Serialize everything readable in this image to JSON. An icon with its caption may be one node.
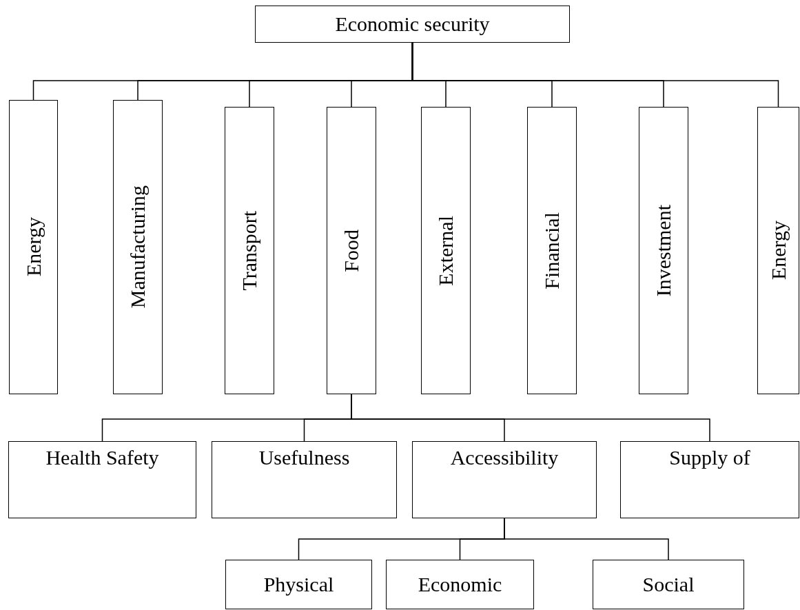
{
  "diagram": {
    "nodes": [
      {
        "text": [
          "Economic security"
        ]
      },
      {
        "text": [
          "Energy"
        ]
      },
      {
        "text": [
          "Manufacturing"
        ]
      },
      {
        "text": [
          "Transport"
        ]
      },
      {
        "text": [
          "Food"
        ]
      },
      {
        "text": [
          "External"
        ]
      },
      {
        "text": [
          "Financial"
        ]
      },
      {
        "text": [
          "Investment"
        ]
      },
      {
        "text": [
          "Energy"
        ]
      },
      {
        "text": [
          "Health Safety"
        ]
      },
      {
        "text": [
          "Usefulness"
        ]
      },
      {
        "text": [
          "Accessibility"
        ]
      },
      {
        "text": [
          "Supply of"
        ]
      },
      {
        "text": [
          "Physical"
        ]
      },
      {
        "text": [
          "Economic"
        ]
      },
      {
        "text": [
          "Social"
        ]
      }
    ],
    "edges": [
      {
        "from": 0,
        "to": 1,
        "arrow": "none"
      },
      {
        "from": 0,
        "to": 2,
        "arrow": "none"
      },
      {
        "from": 0,
        "to": 3,
        "arrow": "none"
      },
      {
        "from": 0,
        "to": 4,
        "arrow": "none"
      },
      {
        "from": 0,
        "to": 5,
        "arrow": "none"
      },
      {
        "from": 0,
        "to": 6,
        "arrow": "none"
      },
      {
        "from": 0,
        "to": 7,
        "arrow": "none"
      },
      {
        "from": 0,
        "to": 8,
        "arrow": "none"
      },
      {
        "from": 4,
        "to": 9,
        "arrow": "none"
      },
      {
        "from": 4,
        "to": 10,
        "arrow": "none"
      },
      {
        "from": 4,
        "to": 11,
        "arrow": "none"
      },
      {
        "from": 4,
        "to": 12,
        "arrow": "none"
      },
      {
        "from": 11,
        "to": 13,
        "arrow": "none"
      },
      {
        "from": 11,
        "to": 14,
        "arrow": "none"
      },
      {
        "from": 11,
        "to": 15,
        "arrow": "none"
      }
    ]
  }
}
